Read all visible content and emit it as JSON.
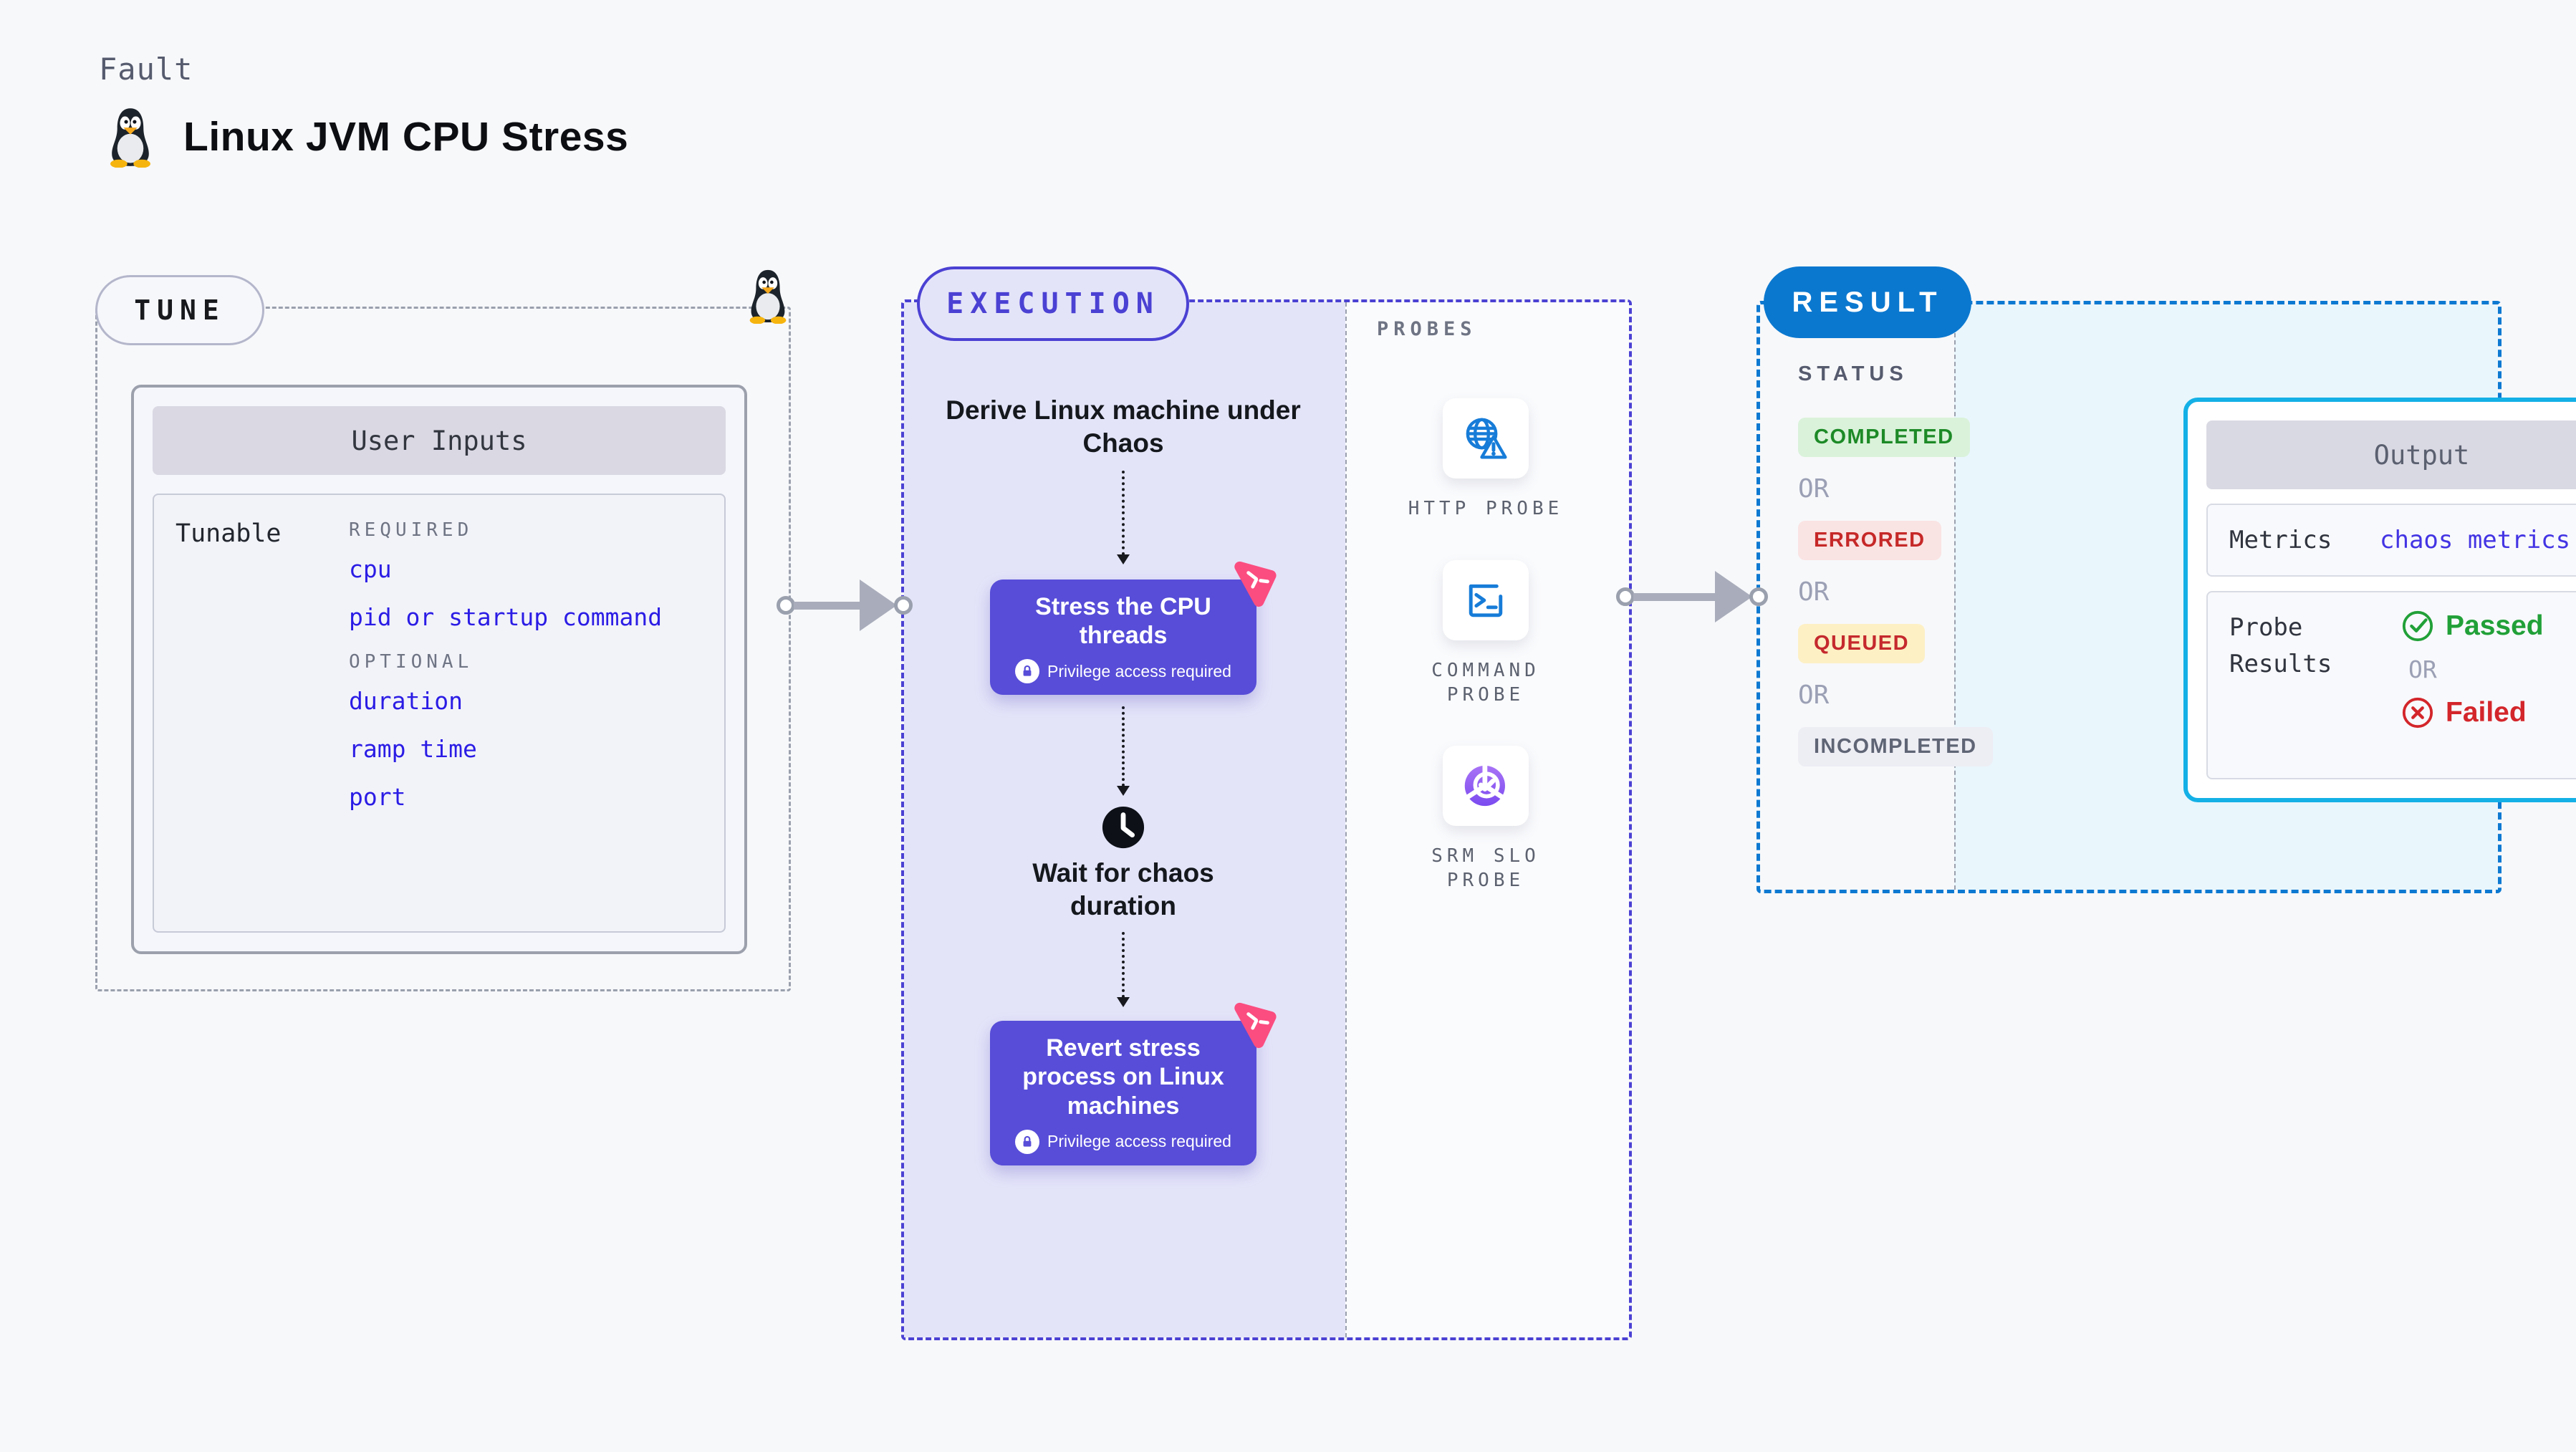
{
  "header": {
    "kicker": "Fault",
    "title": "Linux JVM CPU Stress"
  },
  "tune": {
    "pill": "TUNE",
    "user_inputs": {
      "header": "User Inputs",
      "row_label": "Tunable",
      "required_label": "REQUIRED",
      "required_items": [
        "cpu",
        "pid or startup command"
      ],
      "optional_label": "OPTIONAL",
      "optional_items": [
        "duration",
        "ramp time",
        "port"
      ]
    }
  },
  "execution": {
    "pill": "EXECUTION",
    "derive_label": "Derive Linux machine under Chaos",
    "steps": [
      {
        "title": "Stress the CPU threads",
        "badge": "Privilege access required"
      },
      {
        "title": "Revert stress process on Linux machines",
        "badge": "Privilege access required"
      }
    ],
    "wait_label": "Wait for chaos duration",
    "probes": {
      "label": "PROBES",
      "items": [
        {
          "label": "HTTP PROBE",
          "icon": "globe-warning-icon"
        },
        {
          "label": "COMMAND PROBE",
          "icon": "terminal-icon"
        },
        {
          "label": "SRM SLO PROBE",
          "icon": "slo-donut-check-icon"
        }
      ]
    }
  },
  "result": {
    "pill": "RESULT",
    "status_label": "STATUS",
    "or_label": "OR",
    "statuses": [
      {
        "label": "COMPLETED",
        "color": "#1d8a27"
      },
      {
        "label": "ERRORED",
        "color": "#c62828"
      },
      {
        "label": "QUEUED",
        "color": "#c5292e"
      },
      {
        "label": "INCOMPLETED",
        "color": "#5f6575"
      }
    ],
    "output": {
      "header": "Output",
      "metrics_label": "Metrics",
      "metrics_value": "chaos metrics",
      "probe_results_label": "Probe Results",
      "passed": "Passed",
      "or": "OR",
      "failed": "Failed"
    }
  },
  "colors": {
    "indigo_accent": "#4b41d3",
    "lavender_fill": "#e4e4f9",
    "result_blue": "#0b78cf",
    "output_cyan_border": "#14b0e6",
    "output_cyan_bg": "#e9f6fc",
    "step_purple": "#574dd8",
    "chaos_pink": "#fb4d80",
    "link_blue": "#2b1ce5",
    "probe_icon_blue": "#177cd8"
  }
}
